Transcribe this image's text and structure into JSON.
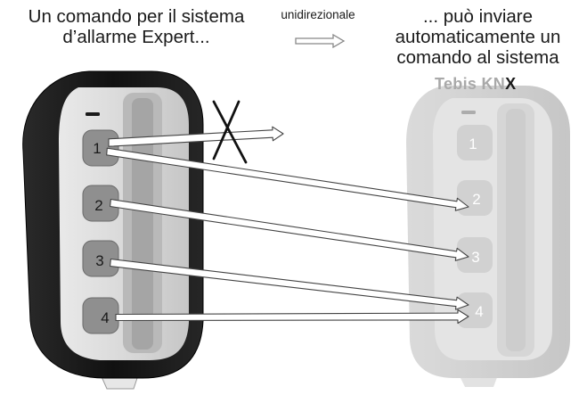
{
  "caption_left": {
    "line1": "Un comando per il sistema",
    "line2": "d’allarme Expert..."
  },
  "caption_right": {
    "line1": "... può inviare",
    "line2": "automaticamente un",
    "line3": "comando al sistema"
  },
  "mode_label": "unidirezionale",
  "brand": {
    "part_soft": "Tebis KN",
    "part_hard": "X"
  },
  "buttons_left": [
    "1",
    "2",
    "3",
    "4"
  ],
  "buttons_right": [
    "1",
    "2",
    "3",
    "4"
  ],
  "blocked_icon": "cross-icon",
  "colors": {
    "remote_left_body": "#161616",
    "remote_right_body": "#cfcfcf",
    "arrow": "#444444"
  }
}
